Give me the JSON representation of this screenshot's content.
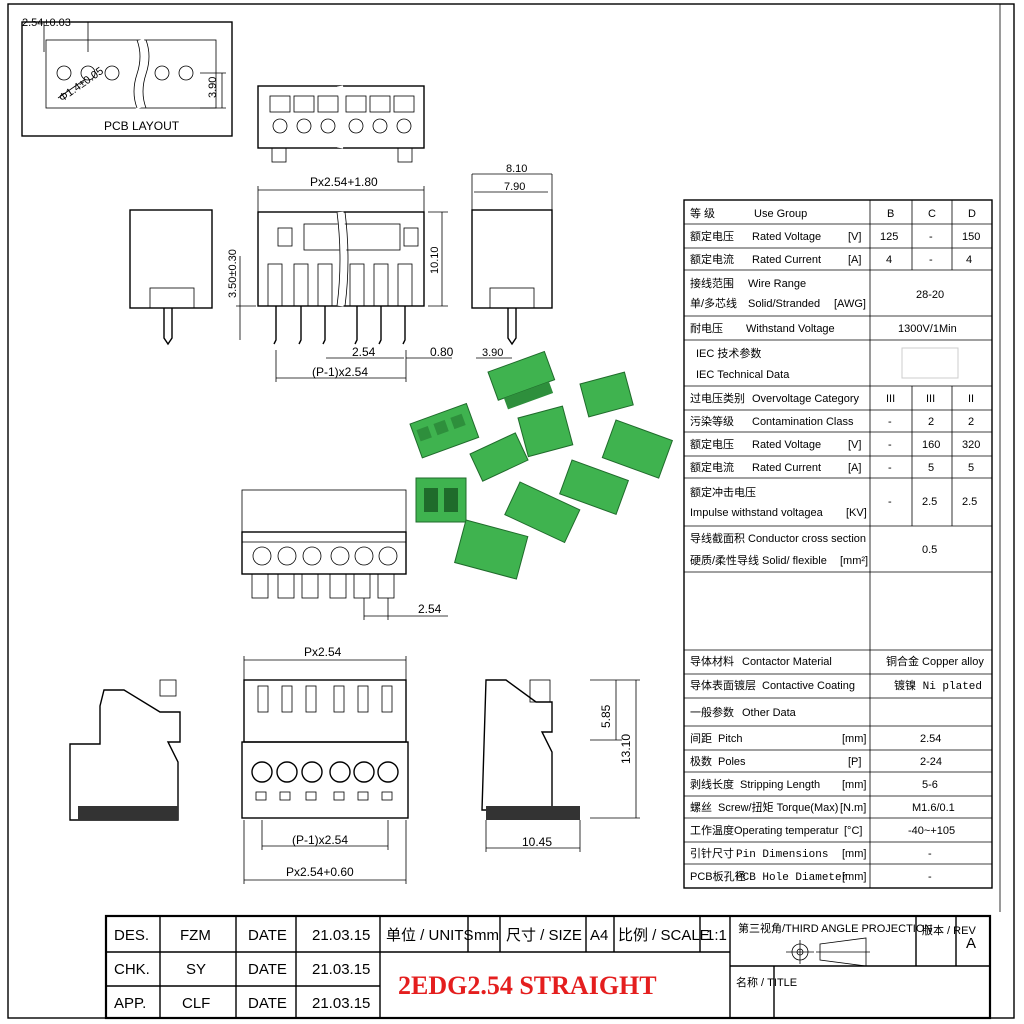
{
  "pcb_layout": {
    "label": "PCB LAYOUT",
    "pitch": "2.54±0.03",
    "height": "3.90",
    "hole": "Φ1.4±0.05"
  },
  "dims": {
    "top_width": "Px2.54+1.80",
    "side_h": "3.50±0.30",
    "body_h": "10.10",
    "pin_pitch": "2.54",
    "pin_offset": "0.80",
    "pin_span": "(P-1)x2.54",
    "side_w1": "8.10",
    "side_w2": "7.90",
    "side_pin": "3.90",
    "front_pitch": "2.54",
    "plug_top": "Px2.54",
    "plug_span": "(P-1)x2.54",
    "plug_total": "Px2.54+0.60",
    "plug_h1": "5.85",
    "plug_h2": "13.10",
    "plug_depth": "10.45"
  },
  "spec_table": {
    "header": {
      "cn": "等 级",
      "en": "Use Group",
      "cols": [
        "B",
        "C",
        "D"
      ]
    },
    "rows1": [
      {
        "cn": "额定电压",
        "en": "Rated Voltage",
        "unit": "[V]",
        "vals": [
          "125",
          "-",
          "150"
        ]
      },
      {
        "cn": "额定电流",
        "en": "Rated Current",
        "unit": "[A]",
        "vals": [
          "4",
          "-",
          "4"
        ]
      }
    ],
    "wire": {
      "cn1": "接线范围",
      "en1": "Wire Range",
      "cn2": "单/多芯线",
      "en2": "Solid/Stranded",
      "unit": "[AWG]",
      "val": "28-20"
    },
    "withstand": {
      "cn": "耐电压",
      "en": "Withstand Voltage",
      "val": "1300V/1Min"
    },
    "iec": {
      "l1": "IEC  技术参数",
      "l2": "IEC  Technical Data"
    },
    "rows2": [
      {
        "cn": "过电压类别",
        "en": "Overvoltage Category",
        "unit": "",
        "vals": [
          "III",
          "III",
          "II"
        ]
      },
      {
        "cn": "污染等级",
        "en": "Contamination Class",
        "unit": "",
        "vals": [
          "-",
          "2",
          "2"
        ]
      },
      {
        "cn": "额定电压",
        "en": "Rated Voltage",
        "unit": "[V]",
        "vals": [
          "-",
          "160",
          "320"
        ]
      },
      {
        "cn": "额定电流",
        "en": "Rated Current",
        "unit": "[A]",
        "vals": [
          "-",
          "5",
          "5"
        ]
      }
    ],
    "impulse": {
      "cn": "额定冲击电压",
      "en": "Impulse withstand voltagea",
      "unit": "[KV]",
      "vals": [
        "-",
        "2.5",
        "2.5"
      ]
    },
    "conductor": {
      "cn1": "导线截面积",
      "en1": "Conductor cross section",
      "cn2": "硬质/柔性导线",
      "en2": "Solid/ flexible",
      "unit": "[mm²]",
      "val": "0.5"
    },
    "material": {
      "cn": "导体材料",
      "en": "Contactor Material",
      "val": "铜合金 Copper alloy"
    },
    "coating": {
      "cn": "导体表面镀层",
      "en": "Contactive Coating",
      "val": "镀镍 Ni plated"
    },
    "general": {
      "cn": "一般参数",
      "en": "Other Data"
    },
    "rows3": [
      {
        "cn": "间距",
        "en": "Pitch",
        "unit": "[mm]",
        "val": "2.54"
      },
      {
        "cn": "极数",
        "en": "Poles",
        "unit": "[P]",
        "val": "2-24"
      },
      {
        "cn": "剥线长度",
        "en": "Stripping Length",
        "unit": "[mm]",
        "val": "5-6"
      },
      {
        "cn": "螺丝",
        "en": "Screw/扭矩  Torque(Max)",
        "unit": "[N.m]",
        "val": "M1.6/0.1"
      },
      {
        "cn": "工作温度",
        "en": "Operating temperatur",
        "unit": "[°C]",
        "val": "-40~+105"
      },
      {
        "cn": "引针尺寸",
        "en": "Pin Dimensions",
        "unit": "[mm]",
        "val": "-"
      },
      {
        "cn": "PCB板孔径",
        "en": "PCB Hole Diameter",
        "unit": "[mm]",
        "val": "-"
      }
    ]
  },
  "title_block": {
    "des": "DES.",
    "des_v": "FZM",
    "chk": "CHK.",
    "chk_v": "SY",
    "app": "APP.",
    "app_v": "CLF",
    "date": "DATE",
    "date_v": "21.03.15",
    "units": "单位 / UNITS",
    "units_v": "mm",
    "size": "尺寸 / SIZE",
    "size_v": "A4",
    "scale": "比例 / SCALE",
    "scale_v": "1:1",
    "projection": "第三视角/THIRD ANGLE PROJECTION",
    "rev": "版本 / REV",
    "rev_v": "A",
    "name": "名称 / TITLE",
    "title": "2EDG2.54 STRAIGHT"
  },
  "colors": {
    "connector_green": "#3fb34f",
    "title_red": "#e41e1e"
  }
}
